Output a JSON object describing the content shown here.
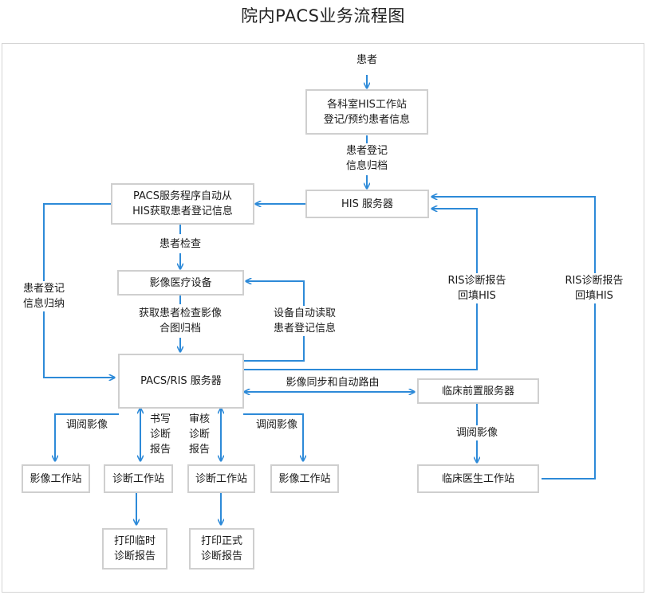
{
  "title": "院内PACS业务流程图",
  "colors": {
    "arrow": "#2d8ad8",
    "box_border": "#cfcfcf",
    "frame": "#d4d4d4"
  },
  "nodes": {
    "patient": "患者",
    "his_station": [
      "各科室HIS工作站",
      "登记/预约患者信息"
    ],
    "his_server": "HIS 服务器",
    "pacs_auto": [
      "PACS服务程序自动从",
      "HIS获取患者登记信息"
    ],
    "imaging_device": "影像医疗设备",
    "pacs_ris_server": "PACS/RIS 服务器",
    "clinical_front_server": "临床前置服务器",
    "image_ws_1": "影像工作站",
    "diag_ws_1": "诊断工作站",
    "diag_ws_2": "诊断工作站",
    "image_ws_2": "影像工作站",
    "clinical_doctor_ws": "临床医生工作站",
    "print_temp": [
      "打印临时",
      "诊断报告"
    ],
    "print_formal": [
      "打印正式",
      "诊断报告"
    ]
  },
  "edge_labels": {
    "register_archive": [
      "患者登记",
      "信息归档"
    ],
    "patient_exam": "患者检查",
    "register_collect": [
      "患者登记",
      "信息归纳"
    ],
    "get_image_archive": [
      "获取患者检查影像",
      "合图归档"
    ],
    "device_auto_read": [
      "设备自动读取",
      "患者登记信息"
    ],
    "ris_report_1": [
      "RIS诊断报告",
      "回填HIS"
    ],
    "ris_report_2": [
      "RIS诊断报告",
      "回填HIS"
    ],
    "image_sync_route": "影像同步和自动路由",
    "browse_image_1": "调阅影像",
    "write_report": [
      "书写",
      "诊断",
      "报告"
    ],
    "review_report": [
      "审核",
      "诊断",
      "报告"
    ],
    "browse_image_2": "调阅影像",
    "browse_image_3": "调阅影像"
  }
}
